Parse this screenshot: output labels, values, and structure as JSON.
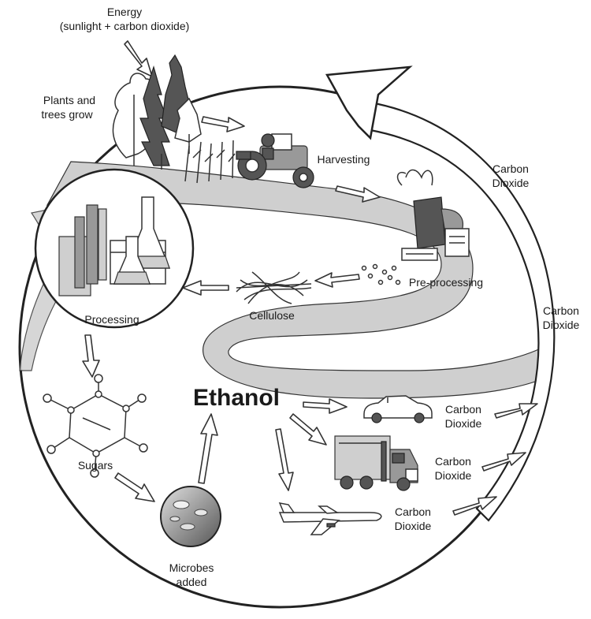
{
  "labels": {
    "energy": "Energy",
    "energy_sub": "(sunlight + carbon dioxide)",
    "plants_1": "Plants and",
    "plants_2": "trees grow",
    "harvesting": "Harvesting",
    "preprocessing": "Pre-processing",
    "cellulose": "Cellulose",
    "processing": "Processing",
    "sugars": "Sugars",
    "microbes_1": "Microbes",
    "microbes_2": "added",
    "ethanol": "Ethanol",
    "carbon": "Carbon",
    "dioxide": "Dioxide"
  },
  "icons": [
    "trees-icon",
    "tractor-icon",
    "crop-icon",
    "grinder-icon",
    "cellulose-fibers-icon",
    "refinery-icon",
    "sugar-molecule-icon",
    "microbes-icon",
    "car-icon",
    "truck-icon",
    "airplane-icon"
  ]
}
